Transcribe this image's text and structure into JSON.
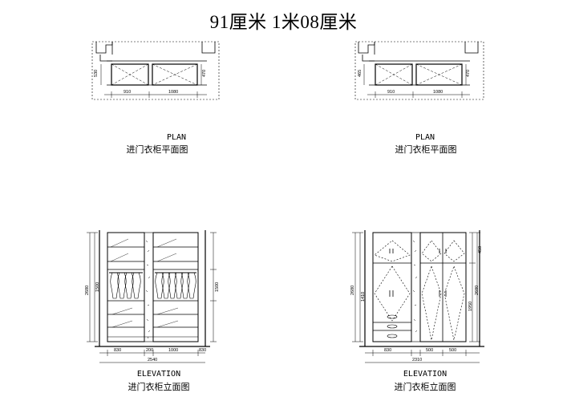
{
  "title": "91厘米 1米08厘米",
  "captions": {
    "plan_en": "PLAN",
    "plan_cn": "进门衣柜平面图",
    "elev_en": "ELEVATION",
    "elev_cn": "进门衣柜立面图"
  },
  "dims": {
    "left": {
      "plan_depth": "530",
      "plan_w1": "910",
      "plan_w2": "1080",
      "plan_h": "470",
      "elev_total": "2540",
      "elev_w1": "830",
      "elev_w2": "1000",
      "elev_w3": "200",
      "elev_w4": "830",
      "elev_height": "2680",
      "elev_inner": "1500"
    },
    "right": {
      "plan_depth": "465",
      "plan_w1": "910",
      "plan_w2": "1080",
      "plan_h": "470",
      "elev_total": "2310",
      "elev_w1": "830",
      "elev_w2": "500",
      "elev_w3": "500",
      "elev_height": "2680",
      "elev_inner": "1950",
      "elev_inner2": "1410",
      "elev_top": "450"
    }
  },
  "colors": {
    "ink": "#000000",
    "paper": "#ffffff"
  }
}
